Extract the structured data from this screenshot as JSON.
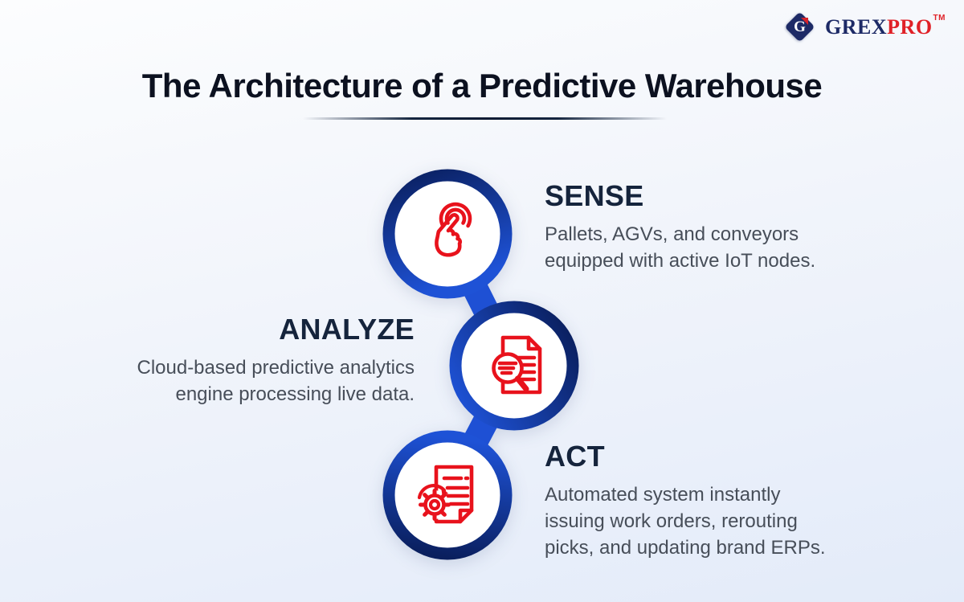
{
  "title": "The Architecture of a Predictive Warehouse",
  "logo": {
    "monogram": "G",
    "name_primary": "GREX",
    "name_accent": "PRO",
    "trademark": "TM"
  },
  "steps": [
    {
      "id": "sense",
      "label": "SENSE",
      "description": "Pallets, AGVs, and conveyors\nequipped with active IoT nodes.",
      "icon": "touch-tap-icon"
    },
    {
      "id": "analyze",
      "label": "ANALYZE",
      "description": "Cloud-based predictive analytics\nengine processing live data.",
      "icon": "document-search-icon"
    },
    {
      "id": "act",
      "label": "ACT",
      "description": "Automated system instantly\nissuing work orders, rerouting\npicks, and updating brand ERPs.",
      "icon": "document-gear-icon"
    }
  ],
  "colors": {
    "ring_dark": "#0A1F5E",
    "ring_bright": "#1E52D6",
    "connector_blue": "#1E50D4",
    "icon_red": "#E8121C",
    "logo_navy": "#1D2A66",
    "logo_red": "#E02127",
    "title_text": "#0C1120",
    "heading_text": "#15243C",
    "body_text": "#474E59"
  }
}
